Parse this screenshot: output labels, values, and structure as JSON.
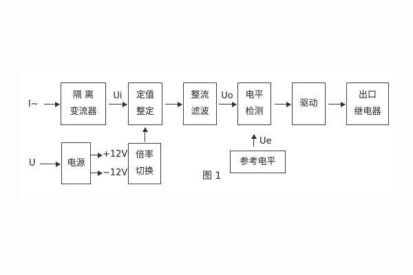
{
  "figure": {
    "caption": "图 1"
  },
  "colors": {
    "line": "#333333",
    "box_border": "#3d3d3d",
    "text": "#222222",
    "background": "#ffffff"
  },
  "inputs": {
    "current_input": "I~",
    "voltage_input": "U"
  },
  "signals": {
    "ui": "Ui",
    "uo": "Uo",
    "ue": "Ue",
    "plus12": "+12V",
    "minus12": "−12V"
  },
  "blocks": {
    "isolation": {
      "line1": "隔 离",
      "line2": "变流器"
    },
    "setting": {
      "line1": "定值",
      "line2": "整定"
    },
    "rectifier": {
      "line1": "整流",
      "line2": "滤波"
    },
    "level_detect": {
      "line1": "电平",
      "line2": "检测"
    },
    "driver": {
      "line1": "驱动"
    },
    "output_relay": {
      "line1": "出口",
      "line2": "继电器"
    },
    "power": {
      "line1": "电源"
    },
    "ratio_switch": {
      "line1": "倍率",
      "line2": "切换"
    },
    "reference_level": {
      "line1": "参考电平"
    }
  }
}
